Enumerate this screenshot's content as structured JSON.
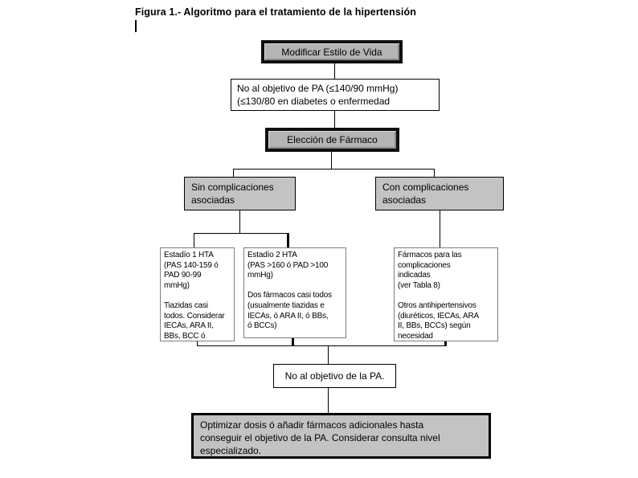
{
  "title": "Figura 1.- Algoritmo para el tratamiento de la hipertensión",
  "colors": {
    "box_gray": "#c3c3c3",
    "heavy_box_gray": "#b4b4b4",
    "border_black": "#000000",
    "border_gray": "#7f7f7f",
    "background": "#ffffff"
  },
  "nodes": {
    "modify_lifestyle": {
      "label": "Modificar Estilo de Vida"
    },
    "not_at_goal_bp": {
      "text": "No al objetivo de PA (≤140/90 mmHg)\n(≤130/80 en diabetes o enfermedad"
    },
    "drug_choice": {
      "label": "Elección de Fármaco"
    },
    "without_complications": {
      "text": "Sin complicaciones\nasociadas"
    },
    "with_complications": {
      "text": "Con complicaciones\nasociadas"
    },
    "stage1": {
      "text": "Estadío 1 HTA\n(PAS 140-159 ó\nPAD 90-99\nmmHg)\n\nTiazidas casi\ntodos. Considerar\nIECAs, ARA II,\nBBs, BCC ó"
    },
    "stage2": {
      "text": "Estadío 2 HTA\n(PAS >160 ó PAD >100\nmmHg)\n\nDos fármacos casi todos\n(usualmente tiazidas e\nIECAs, ó ARA II, ó BBs,\nó BCCs)"
    },
    "complication_drugs": {
      "text": "Fármacos para las\ncomplicaciones\nindicadas\n(ver Tabla 8)\n\nOtros antihipertensivos\n(diuréticos, IECAs, ARA\nII, BBs, BCCs) según\nnecesidad"
    },
    "not_at_goal_pa": {
      "label": "No al objetivo de la PA."
    },
    "optimize": {
      "text": "Optimizar dosis ó añadir fármacos adicionales hasta\nconseguir el objetivo de la PA. Considerar consulta nivel\nespecializado."
    }
  }
}
